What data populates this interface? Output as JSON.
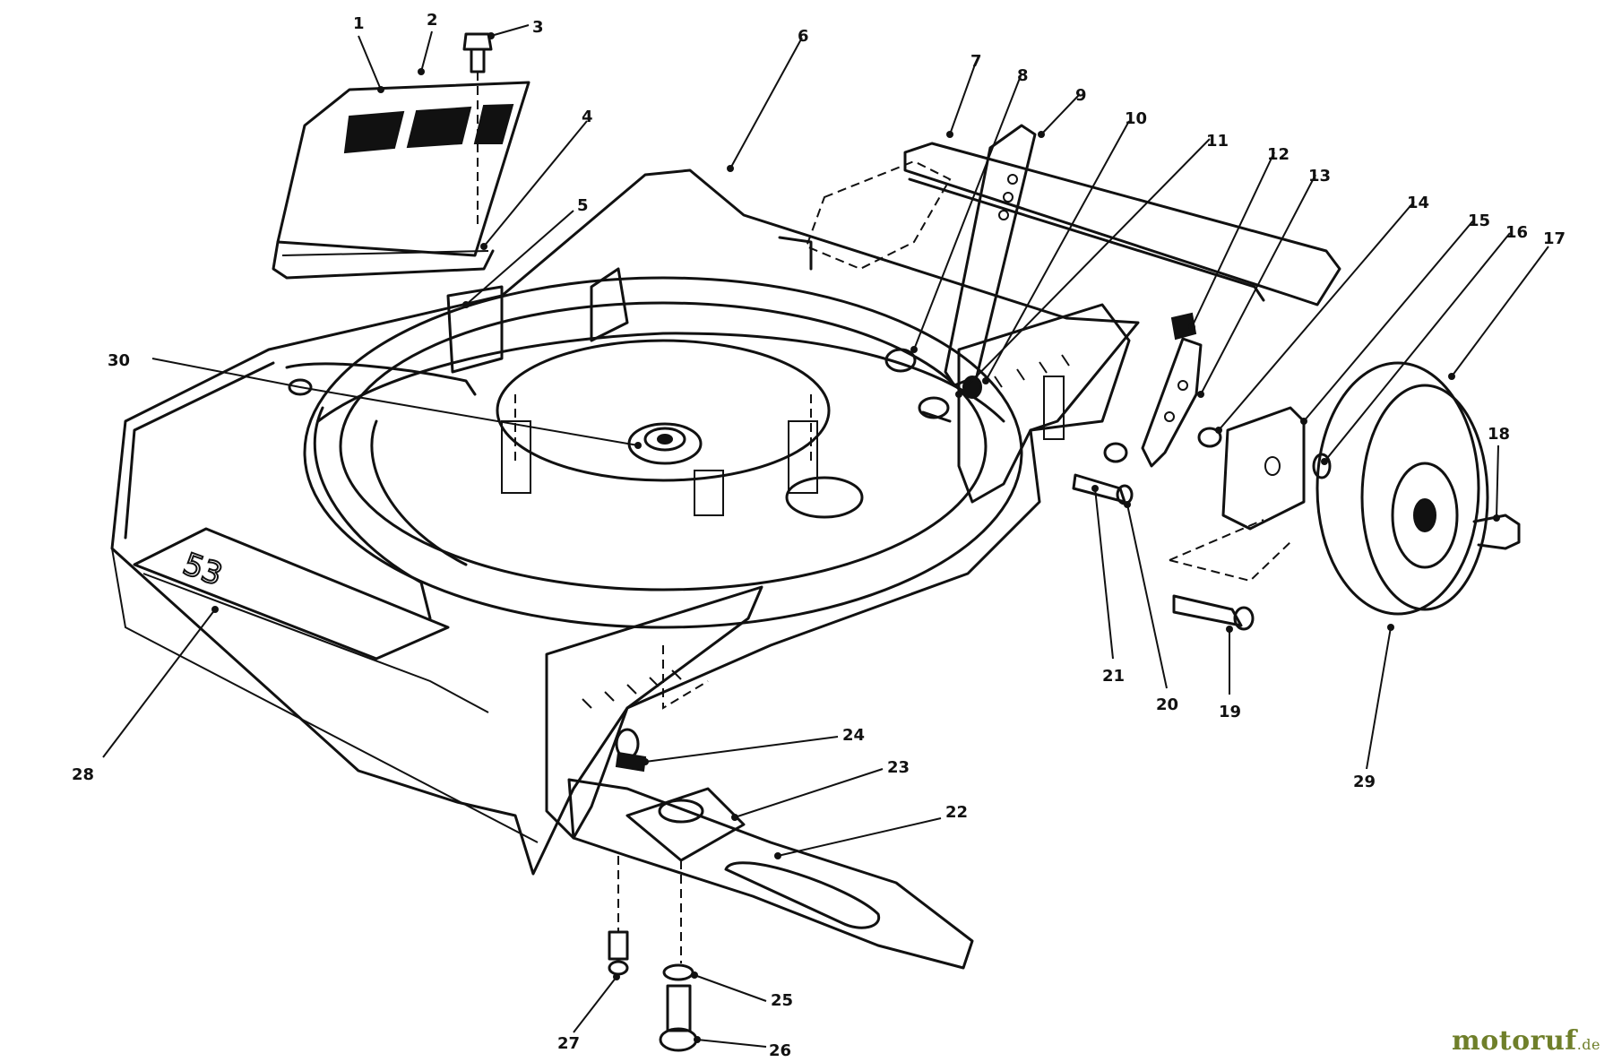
{
  "diagram": {
    "deck_model_label": "53",
    "callouts": [
      "1",
      "2",
      "3",
      "4",
      "5",
      "6",
      "7",
      "8",
      "9",
      "10",
      "11",
      "12",
      "13",
      "14",
      "15",
      "16",
      "17",
      "18",
      "19",
      "20",
      "21",
      "22",
      "23",
      "24",
      "25",
      "26",
      "27",
      "28",
      "29",
      "30"
    ]
  },
  "watermark": {
    "brand": "motoruf",
    "tld": ".de"
  }
}
